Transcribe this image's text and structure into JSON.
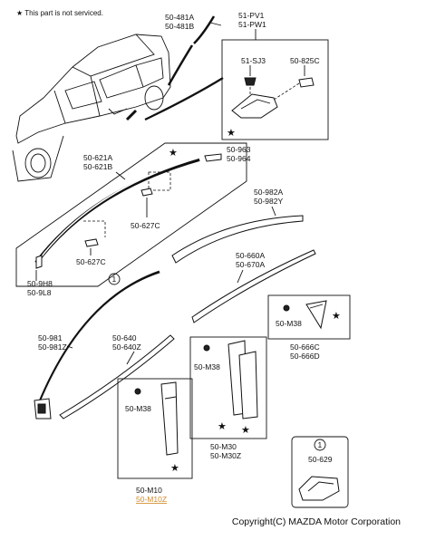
{
  "note": {
    "star": "★",
    "text": "This part is not serviced."
  },
  "copyright": "Copyright(C) MAZDA Motor Corporation",
  "labels": {
    "p50_481": {
      "line1": "50-481A",
      "line2": "50-481B"
    },
    "p51_pv": {
      "line1": "51-PV1",
      "line2": "51-PW1"
    },
    "p51_sj3": "51-SJ3",
    "p50_825c": "50-825C",
    "p50_621": {
      "line1": "50-621A",
      "line2": "50-621B"
    },
    "p50_963": {
      "line1": "50-963",
      "line2": "50-964"
    },
    "p50_627c_top": "50-627C",
    "p50_627c_bottom": "50-627C",
    "p50_982": {
      "line1": "50-982A",
      "line2": "50-982Y"
    },
    "p50_9h8": {
      "line1": "50-9H8",
      "line2": "50-9L8"
    },
    "p50_660": {
      "line1": "50-660A",
      "line2": "50-670A"
    },
    "p50_m38_a": "50-M38",
    "p50_666": {
      "line1": "50-666C",
      "line2": "50-666D"
    },
    "p50_981": {
      "line1": "50-981",
      "line2": "50-981Z"
    },
    "p50_640": {
      "line1": "50-640",
      "line2": "50-640Z"
    },
    "p50_m38_b": "50-M38",
    "p50_m38_c": "50-M38",
    "p50_m30": {
      "line1": "50-M30",
      "line2": "50-M30Z"
    },
    "p50_m10": {
      "line1": "50-M10",
      "line2": "50-M10Z"
    },
    "p50_629": "50-629",
    "ref1_a": "1",
    "ref1_b": "1"
  },
  "colors": {
    "highlight": "#d08a2c",
    "line": "#111111"
  }
}
